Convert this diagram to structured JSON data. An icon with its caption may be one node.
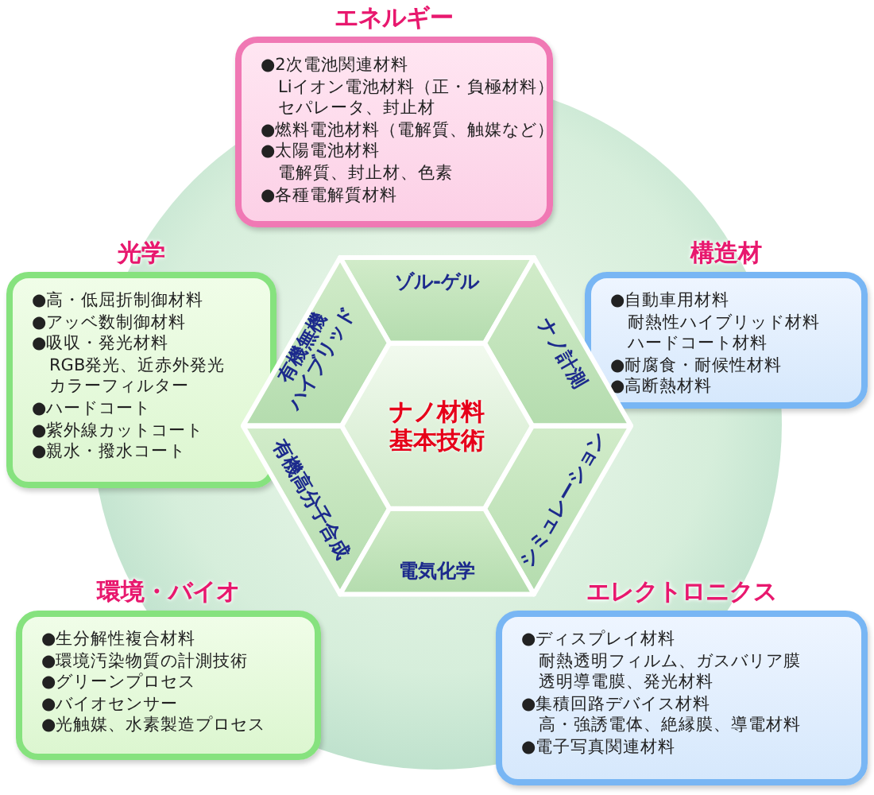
{
  "diagram": {
    "nodes": [
      {
        "text": [
          "エネルギー",
          "●2次電池関連材料",
          "Liイオン電池材料（正・負極材料）",
          "セパレータ、封止材",
          "●燃料電池材料（電解質、触媒など）",
          "●太陽電池材料",
          "電解質、封止材、色素",
          "●各種電解質材料"
        ]
      },
      {
        "text": [
          "光学",
          "●高・低屈折制御材料",
          "●アッベ数制御材料",
          "●吸収・発光材料",
          "RGB発光、近赤外発光",
          "カラーフィルター",
          "●ハードコート",
          "●紫外線カットコート",
          "●親水・撥水コート"
        ]
      },
      {
        "text": [
          "構造材",
          "●自動車用材料",
          "耐熱性ハイブリッド材料",
          "ハードコート材料",
          "●耐腐食・耐候性材料",
          "●高断熱材料"
        ]
      },
      {
        "text": [
          "ゾル-ゲル"
        ]
      },
      {
        "text": [
          "有機無機",
          "ハイブリッド"
        ]
      },
      {
        "text": [
          "ナノ計測"
        ]
      },
      {
        "text": [
          "ナノ材料基本技術"
        ]
      },
      {
        "text": [
          "有機高分子合成"
        ]
      },
      {
        "text": [
          "シミュレーション"
        ]
      },
      {
        "text": [
          "電気化学"
        ]
      },
      {
        "text": [
          "環境・バイオ",
          "●生分解性複合材料",
          "●環境汚染物質の計測技術",
          "●グリーンプロセス",
          "●バイオセンサー",
          "●光触媒、水素製造プロセス"
        ]
      },
      {
        "text": [
          "エレクトロニクス",
          "●ディスプレイ材料",
          "耐熱透明フィルム、ガスバリア膜",
          "透明導電膜、発光材料",
          "●集積回路デバイス材料",
          "高・強誘電体、絶縁膜、導電材料",
          "●電子写真関連材料"
        ]
      }
    ]
  }
}
